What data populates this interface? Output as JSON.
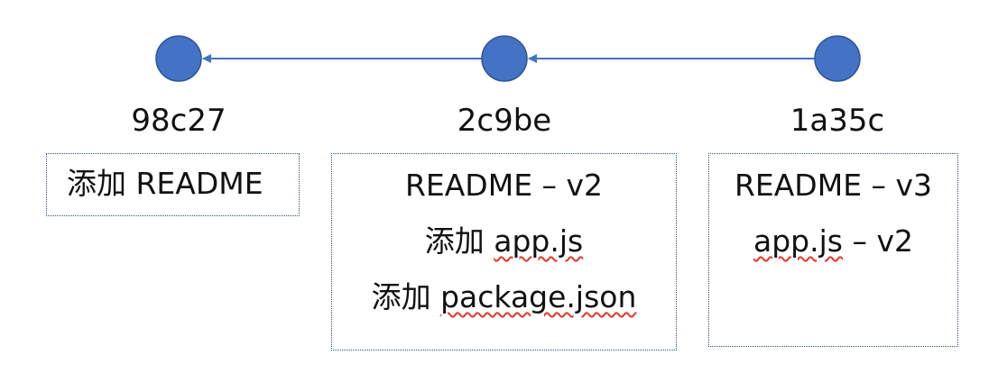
{
  "colors": {
    "node_fill": "#4472c4",
    "node_stroke": "#2f5597",
    "arrow": "#4472c4",
    "box_border": "#2f4f6f",
    "spellcheck_underline": "#e0392b"
  },
  "commits": [
    {
      "hash": "98c27",
      "lines": [
        {
          "prefix": "添加 ",
          "text": "README",
          "squiggle": false
        }
      ]
    },
    {
      "hash": "2c9be",
      "lines": [
        {
          "prefix": "",
          "text": "README – v2",
          "squiggle": false
        },
        {
          "prefix": "添加 ",
          "text": "app.js",
          "squiggle": true
        },
        {
          "prefix": "添加 ",
          "text": "package.json",
          "squiggle": true
        }
      ]
    },
    {
      "hash": "1a35c",
      "lines": [
        {
          "prefix": "",
          "text": "README – v3",
          "squiggle": false
        },
        {
          "prefix": "",
          "text": "app.js",
          "suffix": " – v2",
          "squiggle": true
        }
      ]
    }
  ],
  "edges": [
    {
      "from": 2,
      "to": 1
    },
    {
      "from": 1,
      "to": 0
    }
  ]
}
